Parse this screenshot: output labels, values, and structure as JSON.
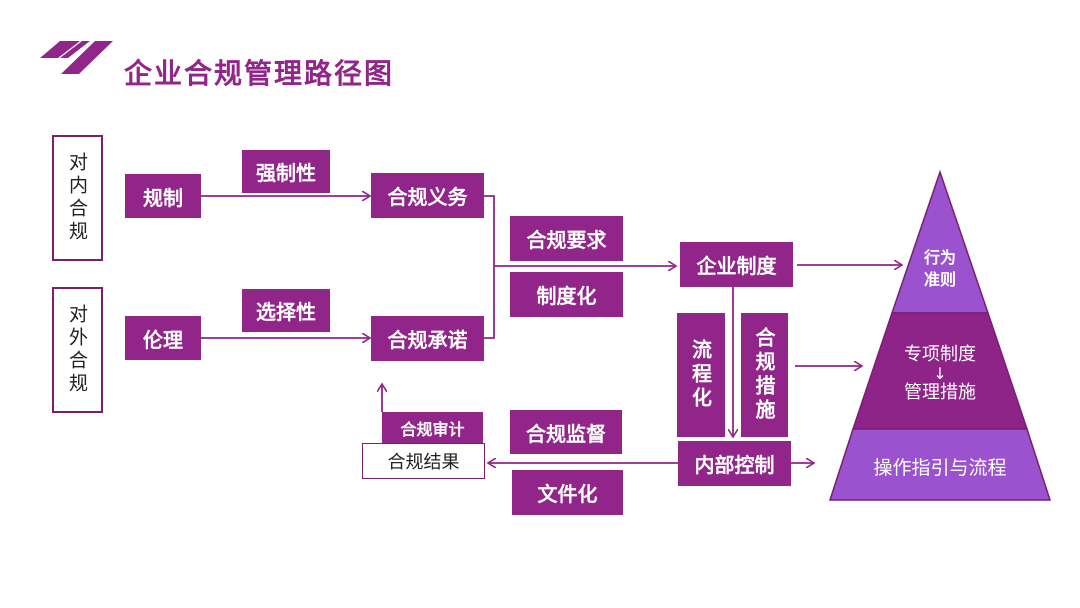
{
  "title": "企业合规管理路径图",
  "colors": {
    "primary": "#912589",
    "light": "#9a52cf",
    "line": "#912589"
  },
  "left": {
    "internal": "对内合规",
    "external": "对外合规"
  },
  "sources": {
    "regulation": "规制",
    "ethics": "伦理"
  },
  "labels": {
    "mandatory": "强制性",
    "optional": "选择性",
    "requirement": "合规要求",
    "institutionalize": "制度化",
    "supervision": "合规监督",
    "documentation": "文件化"
  },
  "nodes": {
    "obligation": "合规义务",
    "commitment": "合规承诺",
    "system": "企业制度",
    "process": "流程化",
    "measures": "合规措施",
    "control": "内部控制",
    "audit": "合规审计",
    "result": "合规结果"
  },
  "pyramid": {
    "top_line1": "行为",
    "top_line2": "准则",
    "middle_line1": "专项制度",
    "middle_line2": "管理措施",
    "bottom": "操作指引与流程"
  }
}
